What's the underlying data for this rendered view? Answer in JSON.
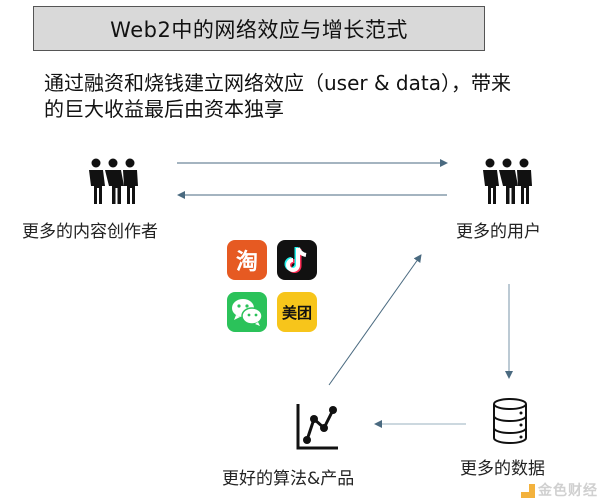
{
  "title": "Web2中的网络效应与增长范式",
  "subtitle": {
    "line1": "通过融资和烧钱建立网络效应（user & data），带来",
    "line2": "的巨大收益最后由资本独享"
  },
  "nodes": {
    "creators": {
      "label": "更多的内容创作者",
      "icon": "people-group-icon"
    },
    "users": {
      "label": "更多的用户",
      "icon": "people-group-icon"
    },
    "data": {
      "label": "更多的数据",
      "icon": "database-icon"
    },
    "algorithms": {
      "label": "更好的算法&产品",
      "icon": "line-chart-icon"
    }
  },
  "apps": [
    {
      "name": "taobao",
      "glyph": "淘",
      "color": "#e65a22"
    },
    {
      "name": "tiktok",
      "glyph": "",
      "color": "#111111"
    },
    {
      "name": "wechat",
      "glyph": "",
      "color": "#2bc25a"
    },
    {
      "name": "meituan",
      "glyph": "美团",
      "color": "#f7c51b"
    }
  ],
  "arrow_color": "#4a6a80",
  "watermark": {
    "text": "金色财经",
    "color": "#f2a51c"
  }
}
